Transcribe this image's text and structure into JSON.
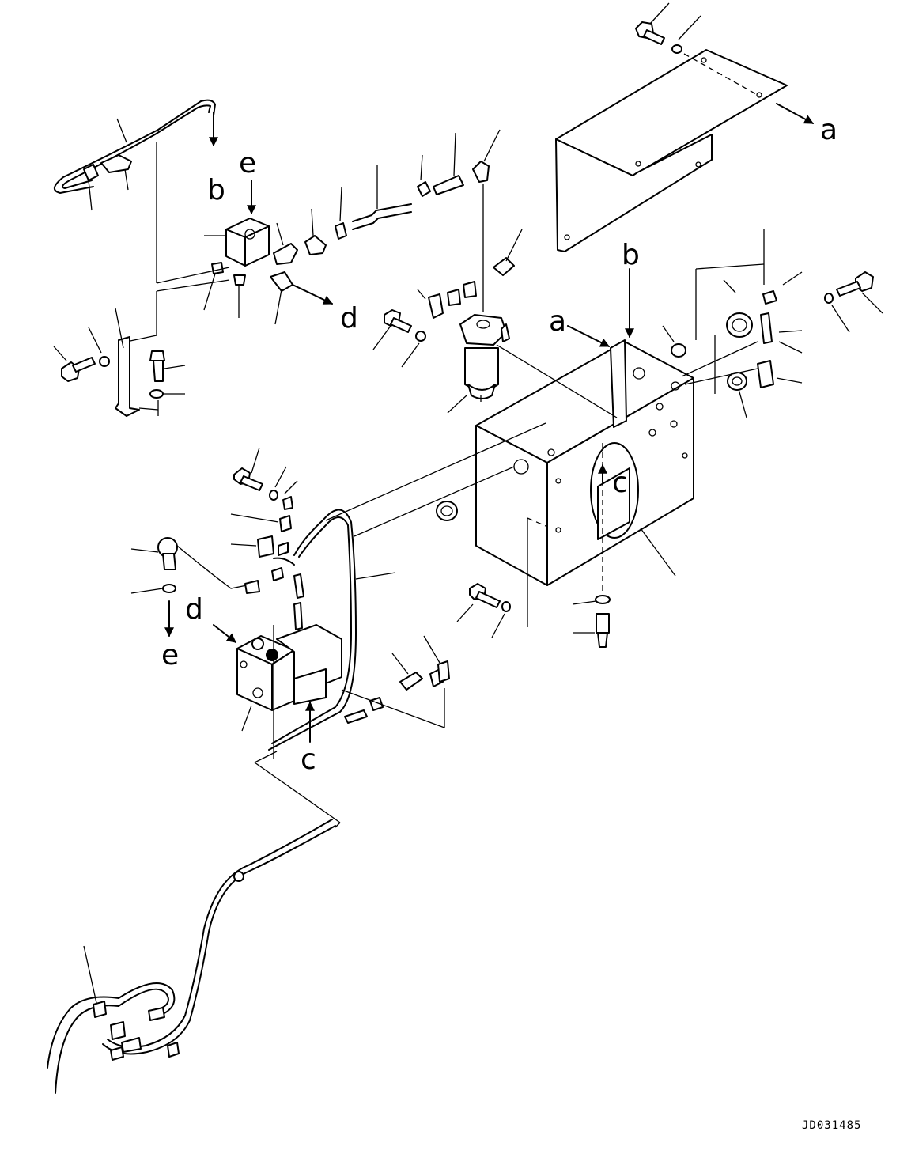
{
  "diagram": {
    "drawing_number": "JD031485",
    "reference_letters": [
      "a",
      "b",
      "c",
      "d",
      "e"
    ]
  }
}
